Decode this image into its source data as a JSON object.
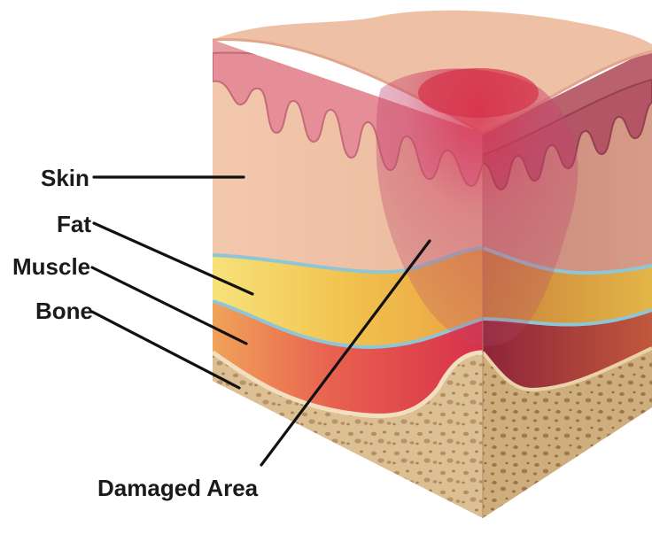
{
  "labels": {
    "skin": "Skin",
    "fat": "Fat",
    "muscle": "Muscle",
    "bone": "Bone",
    "damaged_area": "Damaged Area"
  },
  "colors": {
    "skin_surface": "#e8b59a",
    "epidermis": "#e89aa0",
    "dermis": "#f2c6a8",
    "fat": "#f4d15c",
    "fascia": "#8fc6d6",
    "muscle": "#e65a5a",
    "bone": "#d9b98a",
    "damaged": "#c2406a"
  }
}
